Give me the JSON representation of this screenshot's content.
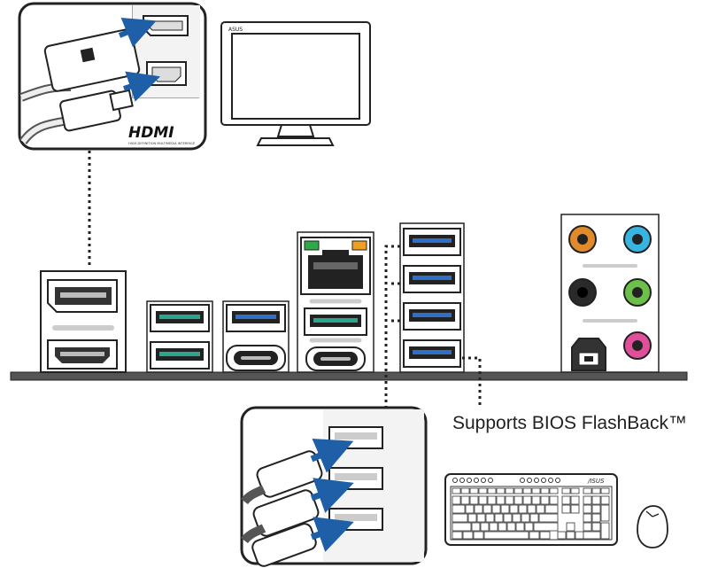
{
  "labels": {
    "hdmi_logo": "HDMI",
    "hdmi_tagline": "HIGH-DEFINITION MULTIMEDIA INTERFACE",
    "monitor_brand": "ASUS",
    "keyboard_brand": "/ISUS",
    "flashback_caption": "Supports BIOS FlashBack™"
  },
  "colors": {
    "usb_teal": "#2aa58e",
    "usb_blue": "#2f6fc7",
    "lan_led_green": "#2fa84a",
    "lan_led_orange": "#f0a020",
    "audio_orange": "#e08a2c",
    "audio_blue": "#38b4e0",
    "audio_black": "#2a2a2a",
    "audio_green": "#6cc04a",
    "audio_pink": "#e0509a",
    "arrow_blue": "#1f5fa8",
    "board_line": "#333333"
  },
  "ports": {
    "display_group": [
      "displayport",
      "hdmi"
    ],
    "usb_group_1": [
      "usb-a-teal",
      "usb-a-teal"
    ],
    "usb_group_2": [
      "usb-a-blue",
      "usb-c"
    ],
    "lan_group": [
      "rj45",
      "usb-a-teal",
      "usb-c"
    ],
    "usb_stack": [
      "usb-a-blue",
      "usb-a-blue",
      "usb-a-blue",
      "usb-a-blue-flashback"
    ],
    "audio": [
      "line-in-orange",
      "line-in-blue",
      "rear-black",
      "line-out-green",
      "mic-pink",
      "optical-spdif"
    ]
  },
  "icons": [
    "hdmi-plug-icon",
    "displayport-plug-icon",
    "monitor-icon",
    "usb-plug-icon",
    "keyboard-icon",
    "mouse-icon"
  ]
}
